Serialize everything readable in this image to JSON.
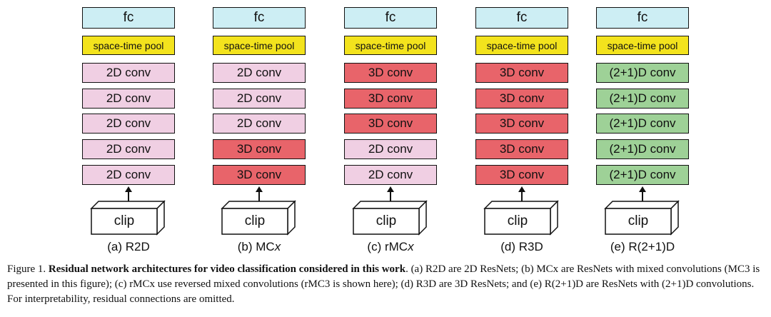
{
  "colors": {
    "fc": "#cdeef4",
    "pool": "#f3e31d",
    "conv2d": "#f0cfe3",
    "conv3d": "#e8646a",
    "conv21d": "#9ed197"
  },
  "columns": [
    {
      "fc": "fc",
      "pool": "space-time pool",
      "layers": [
        {
          "text": "2D conv",
          "kind": "conv2d"
        },
        {
          "text": "2D conv",
          "kind": "conv2d"
        },
        {
          "text": "2D conv",
          "kind": "conv2d"
        },
        {
          "text": "2D conv",
          "kind": "conv2d"
        },
        {
          "text": "2D conv",
          "kind": "conv2d"
        }
      ],
      "clip": "clip",
      "label": {
        "prefix": "(a) R2D",
        "ital": ""
      }
    },
    {
      "fc": "fc",
      "pool": "space-time pool",
      "layers": [
        {
          "text": "2D conv",
          "kind": "conv2d"
        },
        {
          "text": "2D conv",
          "kind": "conv2d"
        },
        {
          "text": "2D conv",
          "kind": "conv2d"
        },
        {
          "text": "3D conv",
          "kind": "conv3d"
        },
        {
          "text": "3D conv",
          "kind": "conv3d"
        }
      ],
      "clip": "clip",
      "label": {
        "prefix": "(b) MC",
        "ital": "x"
      }
    },
    {
      "fc": "fc",
      "pool": "space-time pool",
      "layers": [
        {
          "text": "3D conv",
          "kind": "conv3d"
        },
        {
          "text": "3D conv",
          "kind": "conv3d"
        },
        {
          "text": "3D conv",
          "kind": "conv3d"
        },
        {
          "text": "2D conv",
          "kind": "conv2d"
        },
        {
          "text": "2D conv",
          "kind": "conv2d"
        }
      ],
      "clip": "clip",
      "label": {
        "prefix": "(c) rMC",
        "ital": "x"
      }
    },
    {
      "fc": "fc",
      "pool": "space-time pool",
      "layers": [
        {
          "text": "3D conv",
          "kind": "conv3d"
        },
        {
          "text": "3D conv",
          "kind": "conv3d"
        },
        {
          "text": "3D conv",
          "kind": "conv3d"
        },
        {
          "text": "3D conv",
          "kind": "conv3d"
        },
        {
          "text": "3D conv",
          "kind": "conv3d"
        }
      ],
      "clip": "clip",
      "label": {
        "prefix": "(d) R3D",
        "ital": ""
      }
    },
    {
      "fc": "fc",
      "pool": "space-time pool",
      "layers": [
        {
          "text": "(2+1)D conv",
          "kind": "conv21d"
        },
        {
          "text": "(2+1)D conv",
          "kind": "conv21d"
        },
        {
          "text": "(2+1)D conv",
          "kind": "conv21d"
        },
        {
          "text": "(2+1)D conv",
          "kind": "conv21d"
        },
        {
          "text": "(2+1)D conv",
          "kind": "conv21d"
        }
      ],
      "clip": "clip",
      "label": {
        "prefix": "(e) R(2+1)D",
        "ital": ""
      }
    }
  ],
  "caption": {
    "figure": "Figure 1.",
    "title": "Residual network architectures for video classification considered in this work",
    "body": ". (a) R2D are 2D ResNets; (b) MCx are ResNets with mixed convolutions (MC3 is presented in this figure); (c) rMCx use reversed mixed convolutions (rMC3 is shown here); (d) R3D are 3D ResNets; and (e) R(2+1)D are ResNets with (2+1)D convolutions. For interpretability, residual connections are omitted."
  }
}
